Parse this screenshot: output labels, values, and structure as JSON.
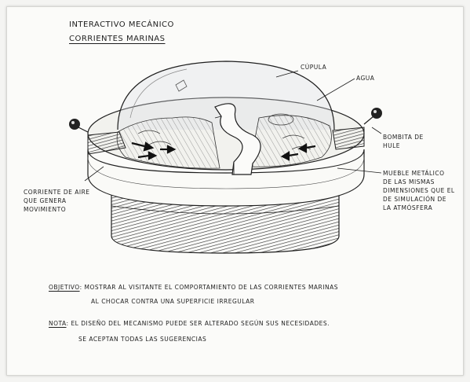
{
  "title": "INTERACTIVO MECÁNICO",
  "subtitle": "CORRIENTES MARINAS",
  "labels": {
    "dome": "CÚPULA",
    "water": "AGUA",
    "pump": "BOMBITA DE HULE",
    "air_current": "CORRIENTE DE AIRE QUE GENERA MOVIMIENTO",
    "furniture": "MUEBLE METÁLICO DE LAS MISMAS DIMENSIONES QUE EL DE SIMULACIÓN DE LA ATMÓSFERA"
  },
  "objective": {
    "label": "OBJETIVO",
    "line1": "MOSTRAR AL VISITANTE EL COMPORTAMIENTO DE LAS CORRIENTES MARINAS",
    "line2": "AL CHOCAR CONTRA UNA SUPERFICIE IRREGULAR"
  },
  "note": {
    "label": "NOTA",
    "line1": "EL DISEÑO DEL MECANISMO PUEDE SER ALTERADO SEGÚN SUS NECESIDADES.",
    "line2": "SE ACEPTAN TODAS LAS SUGERENCIAS"
  },
  "colors": {
    "ink": "#1e1e1e",
    "paper": "#fbfbf9",
    "shade": "#555555"
  }
}
